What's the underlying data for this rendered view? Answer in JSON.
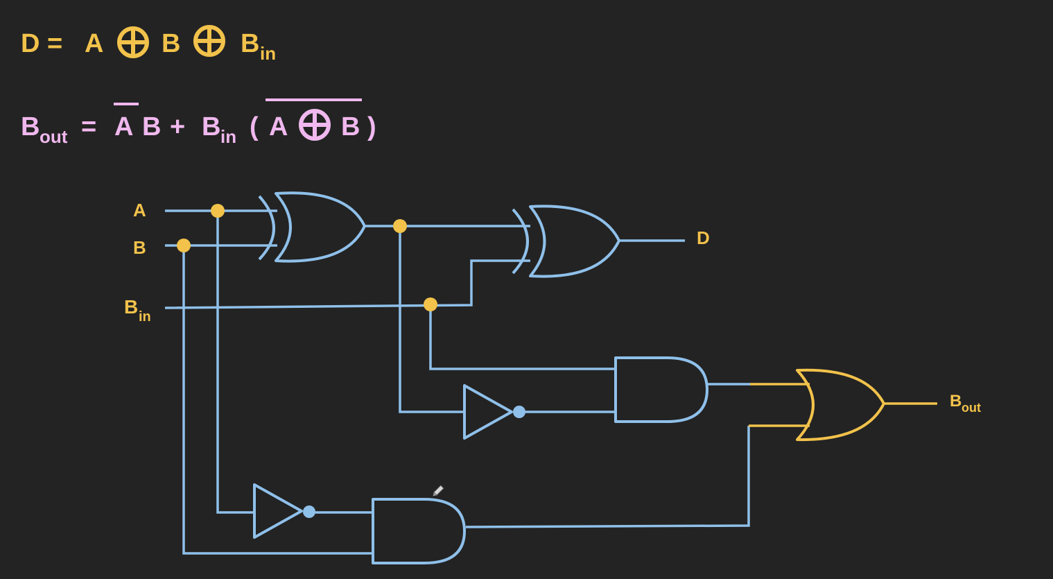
{
  "colors": {
    "background": "#232323",
    "d_equation": "#f2c24b",
    "bout_equation": "#f0b8ee",
    "wire": "#8fc0ea",
    "junction": "#f2c24b",
    "output_gate": "#f2c24b",
    "label": "#f2c24b"
  },
  "equations": {
    "d": {
      "lhs": "D",
      "equals": "=",
      "a": "A",
      "b": "B",
      "bin_main": "B",
      "bin_sub": "in",
      "operator_icon": "xor-circle-plus"
    },
    "bout": {
      "lhs_main": "B",
      "lhs_sub": "out",
      "equals": "=",
      "a_bar": "A",
      "b": "B",
      "plus": "+",
      "bin_main": "B",
      "bin_sub": "in",
      "open_paren": "(",
      "xa": "A",
      "xb": "B",
      "close_paren": ")",
      "operator_icon": "xor-circle-plus"
    }
  },
  "circuit": {
    "inputs": {
      "a": "A",
      "b": "B",
      "bin_main": "B",
      "bin_sub": "in"
    },
    "outputs": {
      "d": "D",
      "bout_main": "B",
      "bout_sub": "out"
    },
    "gates": [
      "xor-gate",
      "xor-gate",
      "not-gate",
      "and-gate",
      "not-gate",
      "and-gate",
      "or-gate"
    ]
  }
}
